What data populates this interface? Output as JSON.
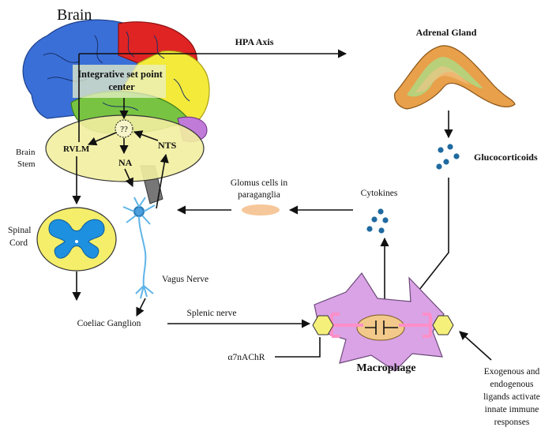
{
  "labels": {
    "brain": "Brain",
    "hpa_axis": "HPA Axis",
    "adrenal_gland": "Adrenal Gland",
    "integrative_line1": "Integrative set point",
    "integrative_line2": "center",
    "unknown": "??",
    "rvlm": "RVLM",
    "na": "NA",
    "nts": "NTS",
    "brain_stem_line1": "Brain",
    "brain_stem_line2": "Stem",
    "glucocorticoids": "Glucocorticoids",
    "glomus_line1": "Glomus cells in",
    "glomus_line2": "paraganglia",
    "cytokines": "Cytokines",
    "spinal_line1": "Spinal",
    "spinal_line2": "Cord",
    "vagus_nerve": "Vagus Nerve",
    "coeliac_ganglion": "Coeliac Ganglion",
    "splenic_nerve": "Splenic nerve",
    "a7nachr": "α7nAChR",
    "macrophage": "Macrophage",
    "exo_line1": "Exogenous and",
    "exo_line2": "endogenous",
    "exo_line3": "ligands activate",
    "exo_line4": "innate immune",
    "exo_line5": "responses"
  },
  "colors": {
    "brain_blue": "#3a6fd8",
    "brain_red": "#e02424",
    "brain_yellow": "#f3ea3a",
    "brain_green": "#78c442",
    "brain_stem_oval": "#f2eea0",
    "macrophage": "#d9a3e6",
    "nucleus": "#f2c98a",
    "receptor": "#ff8fc8",
    "ligand": "#f5f07a",
    "cytokine_dots": "#1f6aa0",
    "glomus": "#f6c79a",
    "spinal_blue": "#1e90e0",
    "spinal_yellow": "#f4ee6a"
  }
}
